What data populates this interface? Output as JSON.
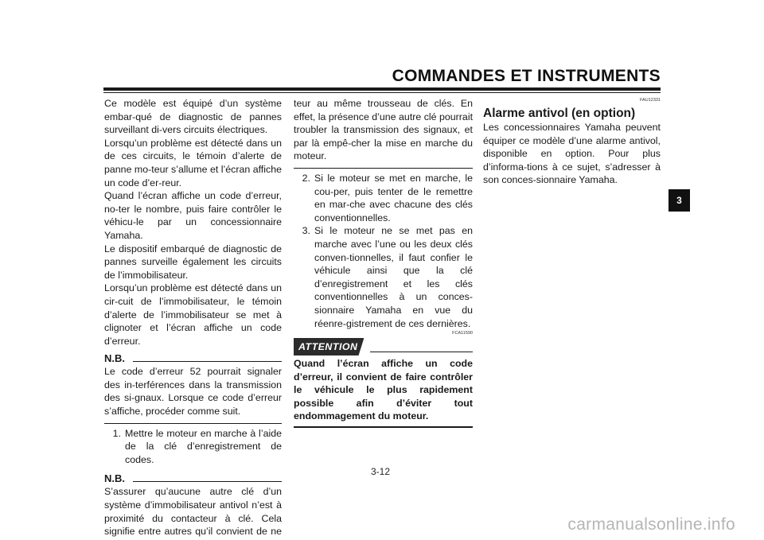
{
  "header": {
    "title": "COMMANDES ET INSTRUMENTS"
  },
  "col1": {
    "para1": "Ce modèle est équipé d’un système embar-qué de diagnostic de pannes surveillant di-vers circuits électriques.",
    "para2": "Lorsqu’un problème est détecté dans un de ces circuits, le témoin d’alerte de panne mo-teur s’allume et l’écran affiche un code d’er-reur.",
    "para3": "Quand l’écran affiche un code d’erreur, no-ter le nombre, puis faire contrôler le véhicu-le par un concessionnaire Yamaha.",
    "para4": "Le dispositif embarqué de diagnostic de pannes surveille également les circuits de l’immobilisateur.",
    "para5": "Lorsqu’un problème est détecté dans un cir-cuit de l’immobilisateur, le témoin d’alerte de l’immobilisateur se met à clignoter et l’écran affiche un code d’erreur.",
    "nb1_label": "N.B.",
    "nb1_text": "Le code d’erreur 52 pourrait signaler des in-terférences dans la transmission des si-gnaux. Lorsque ce code d’erreur s’affiche, procéder comme suit.",
    "step1_num": "1.",
    "step1_text": "Mettre le moteur en marche à l’aide de la clé d’enregistrement de codes.",
    "nb2_label": "N.B.",
    "nb2_text": "S’assurer qu’aucune autre clé d’un système d’immobilisateur antivol n’est à proximité du contacteur à clé. Cela signifie entre autres qu’il convient de ne pas attacher plus d’une clé de véhicule protégé par un immobilisa-"
  },
  "col2": {
    "cont_text": "teur au même trousseau de clés. En effet, la présence d’une autre clé pourrait troubler la transmission des signaux, et par là empê-cher la mise en marche du moteur.",
    "step2_num": "2.",
    "step2_text": "Si le moteur se met en marche, le cou-per, puis tenter de le remettre en mar-che avec chacune des clés conventionnelles.",
    "step3_num": "3.",
    "step3_text": "Si le moteur ne se met pas en marche avec l’une ou les deux clés conven-tionnelles, il faut confier le véhicule ainsi que la clé d’enregistrement et les clés conventionnelles à un conces-sionnaire Yamaha en vue du réenre-gistrement de ces dernières.",
    "code": "FCA11590",
    "attention_label": "ATTENTION",
    "attention_text": "Quand l’écran affiche un code d’erreur, il convient de faire contrôler le véhicule le plus rapidement possible afin d’éviter tout endommagement du moteur."
  },
  "col3": {
    "code": "FAU12331",
    "section_title": "Alarme antivol (en option)",
    "section_text": "Les concessionnaires Yamaha peuvent équiper ce modèle d’une alarme antivol, disponible en option. Pour plus d’informa-tions à ce sujet, s’adresser à son conces-sionnaire Yamaha."
  },
  "chapter_tab": "3",
  "page_number": "3-12",
  "watermark": "carmanualsonline.info"
}
